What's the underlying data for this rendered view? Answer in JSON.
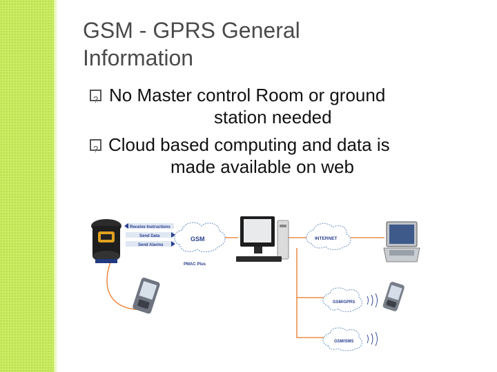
{
  "slide": {
    "title_line1": "GSM - GPRS General",
    "title_line2": "Information",
    "bullets": [
      {
        "line1": "No Master control Room or ground",
        "line2": "station needed"
      },
      {
        "line1": "Cloud based computing and data is",
        "line2": "made available on web"
      }
    ]
  },
  "diagram": {
    "labels": {
      "receive": "Receive Instructions",
      "send_data": "Send Data",
      "send_alarms": "Send Alarms",
      "gsm": "GSM",
      "pmac": "PMAC Plus",
      "internet": "INTERNET",
      "gsm_gprs": "GSM/GPRS",
      "gsm_sms": "GSM/SMS"
    },
    "colors": {
      "wire": "#e87722",
      "arrow": "#2a3f8f",
      "band": "#c9ec63"
    }
  }
}
